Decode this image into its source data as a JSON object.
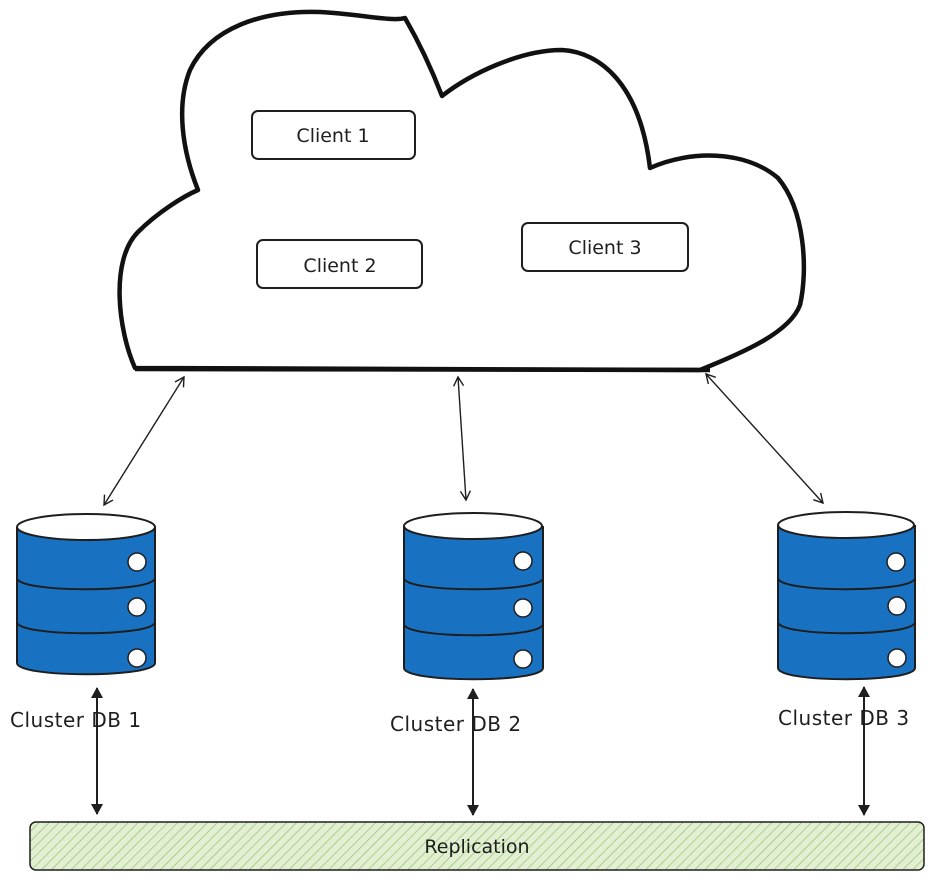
{
  "clients": [
    {
      "label": "Client 1"
    },
    {
      "label": "Client 2"
    },
    {
      "label": "Client 3"
    }
  ],
  "databases": [
    {
      "label": "Cluster DB 1"
    },
    {
      "label": "Cluster DB 2"
    },
    {
      "label": "Cluster DB 3"
    }
  ],
  "replication": {
    "label": "Replication"
  },
  "colors": {
    "db_fill": "#1971c2",
    "db_fill_light": "#2b87e0",
    "db_stroke": "#1e1e1e",
    "cloud_stroke": "#111111",
    "replication_fill": "#dbe9c9",
    "replication_hatch": "#8cc163"
  }
}
